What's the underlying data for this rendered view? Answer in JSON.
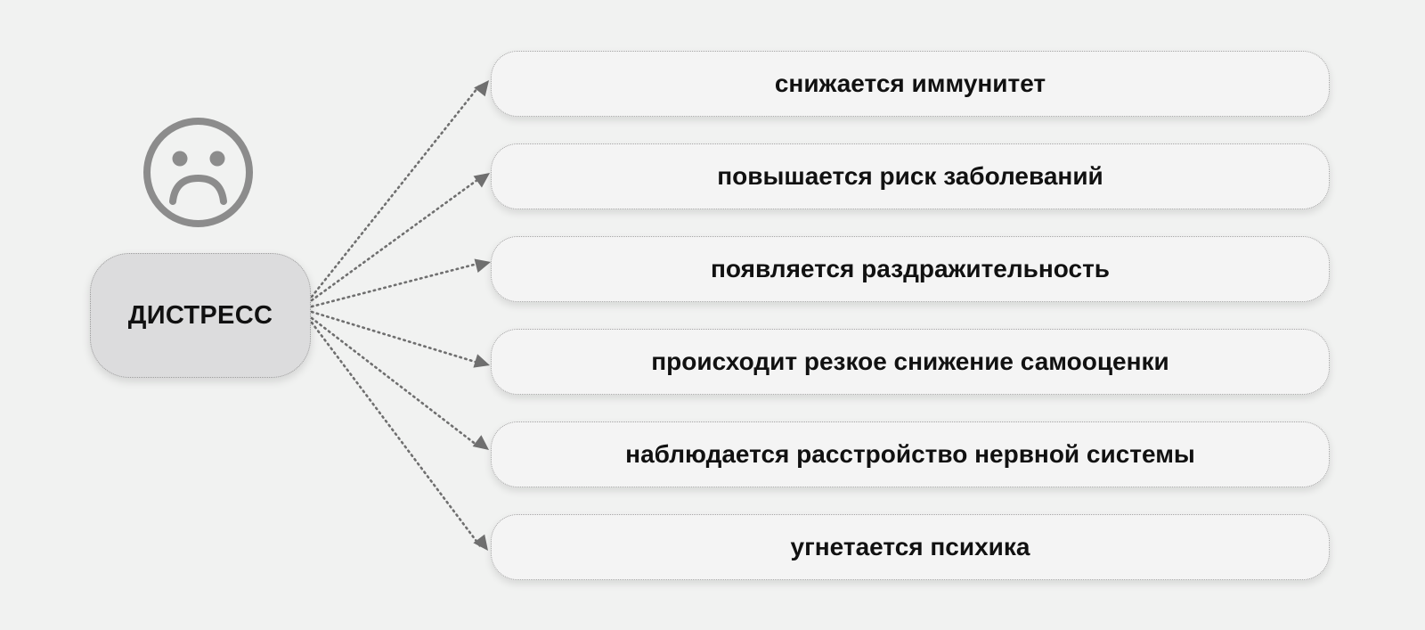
{
  "source": {
    "label": "ДИСТРЕСС",
    "icon": "sad-face-icon"
  },
  "effects": [
    {
      "label": "снижается иммунитет"
    },
    {
      "label": "повышается риск заболеваний"
    },
    {
      "label": "появляется раздражительность"
    },
    {
      "label": "происходит резкое снижение самооценки"
    },
    {
      "label": "наблюдается расстройство нервной системы"
    },
    {
      "label": "угнетается психика"
    }
  ],
  "colors": {
    "background": "#f1f2f1",
    "source_fill": "#dcdcdd",
    "effect_fill": "#f4f4f4",
    "icon": "#8c8c8c",
    "connector": "#6f6f6f",
    "text": "#111111"
  }
}
